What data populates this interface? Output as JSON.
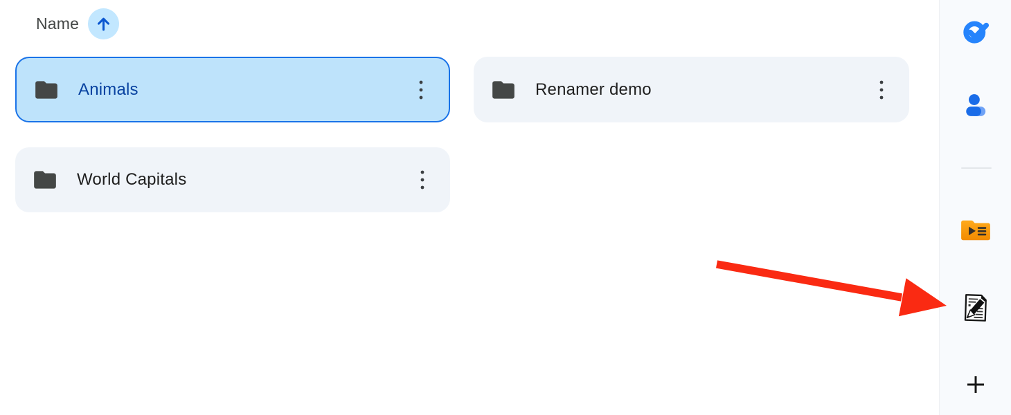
{
  "header": {
    "sort_label": "Name",
    "sort_order": "ascending",
    "sort_icon": "arrow-up-icon"
  },
  "folders": [
    {
      "name": "Animals",
      "selected": true
    },
    {
      "name": "Renamer demo",
      "selected": false
    },
    {
      "name": "World Capitals",
      "selected": false
    }
  ],
  "side_panel": {
    "items": [
      {
        "icon": "google-tasks-icon"
      },
      {
        "icon": "google-contacts-icon"
      },
      {
        "icon": "divider"
      },
      {
        "icon": "orange-folder-addon-icon"
      },
      {
        "icon": "document-pencil-addon-icon"
      },
      {
        "icon": "get-addons-plus-icon"
      }
    ]
  },
  "annotation": {
    "shape": "red-arrow",
    "color": "#fa2a12",
    "points_to": "document-pencil-addon-icon"
  },
  "colors": {
    "selected_card_bg": "#bee3fb",
    "selected_card_border": "#1a73e8",
    "selected_card_text": "#0842a0",
    "card_bg": "#f0f4f9",
    "card_text": "#1f1f1f",
    "folder_icon": "#444746",
    "sort_chip_bg": "#c2e7ff",
    "sort_arrow": "#0b57d0",
    "side_panel_bg": "#f8fafd",
    "tasks_blue": "#2684fc",
    "contacts_blue_dark": "#1a6ce8",
    "contacts_blue_light": "#6fa2f6",
    "addon_folder_orange_top": "#ffaa1d",
    "addon_folder_orange_bottom": "#f28b00",
    "arrow_red": "#fa2a12"
  }
}
